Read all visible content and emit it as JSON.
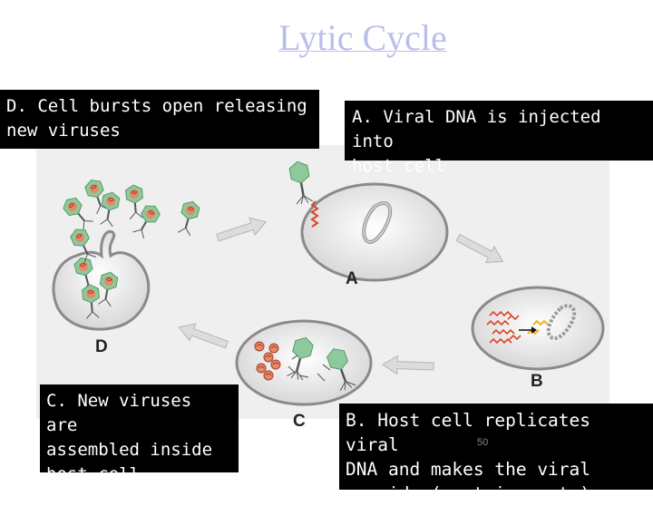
{
  "slide": {
    "title": "Lytic Cycle",
    "page_number": "50"
  },
  "steps": {
    "A": {
      "letter": "A",
      "description": "A. Viral DNA is injected into\nhost cell"
    },
    "B": {
      "letter": "B",
      "description": "B. Host cell replicates viral\nDNA and makes the viral\ncapsids (protein coats)"
    },
    "C": {
      "letter": "C",
      "description": "C. New viruses are\nassembled inside\nhost cell"
    },
    "D": {
      "letter": "D",
      "description": "D. Cell bursts open releasing\nnew viruses"
    }
  },
  "colors": {
    "panel": "#efefef",
    "cell_fill": "#ececec",
    "cell_stroke": "#8a8a8a",
    "phage_head": "#8dc99a",
    "viral_dna": "#d9472b",
    "host_dna": "#999999",
    "replicated_dna": "#f0b21a",
    "arrow": "#c9c9c9"
  }
}
